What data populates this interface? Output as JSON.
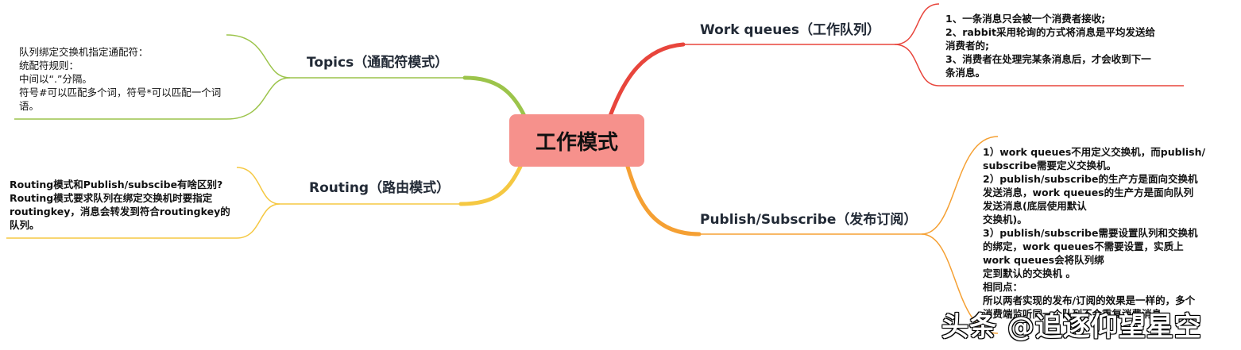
{
  "root": {
    "label": "工作模式",
    "color": "#f6918c"
  },
  "branches": {
    "work_queues": {
      "title": "Work queues（工作队列）",
      "color": "#e8453c",
      "note": [
        "1、一条消息只会被一个消费者接收;",
        "2、rabbit采用轮询的方式将消息是平均发送给",
        "消费者的;",
        "3、消费者在处理完某条消息后，才会收到下一",
        "条消息。"
      ]
    },
    "publish_subscribe": {
      "title": "Publish/Subscribe（发布订阅）",
      "color": "#f5a033",
      "note": [
        "1）work queues不用定义交换机，而publish/",
        "subscribe需要定义交换机。",
        "2）publish/subscribe的生产方是面向交换机",
        "发送消息，work queues的生产方是面向队列",
        "发送消息(底层使用默认",
        "交换机)。",
        "3）publish/subscribe需要设置队列和交换机",
        "的绑定，work queues不需要设置，实质上",
        "work queues会将队列绑",
        "定到默认的交换机 。",
        "相同点：",
        "所以两者实现的发布/订阅的效果是一样的，多个",
        "消费端监听同一个队列不会重复消费消息。"
      ]
    },
    "topics": {
      "title": "Topics（通配符模式）",
      "color": "#9cc44b",
      "note": [
        "队列绑定交换机指定通配符：",
        "统配符规则：",
        "中间以“.”分隔。",
        "符号#可以匹配多个词，符号*可以匹配一个词",
        "语。"
      ]
    },
    "routing": {
      "title": "Routing（路由模式）",
      "color": "#f5c842",
      "note": [
        "Routing模式和Publish/subscibe有啥区别?",
        "Routing模式要求队列在绑定交换机时要指定",
        "routingkey，消息会转发到符合routingkey的",
        "队列。"
      ]
    }
  },
  "watermark": "头条 @追逐仰望星空"
}
